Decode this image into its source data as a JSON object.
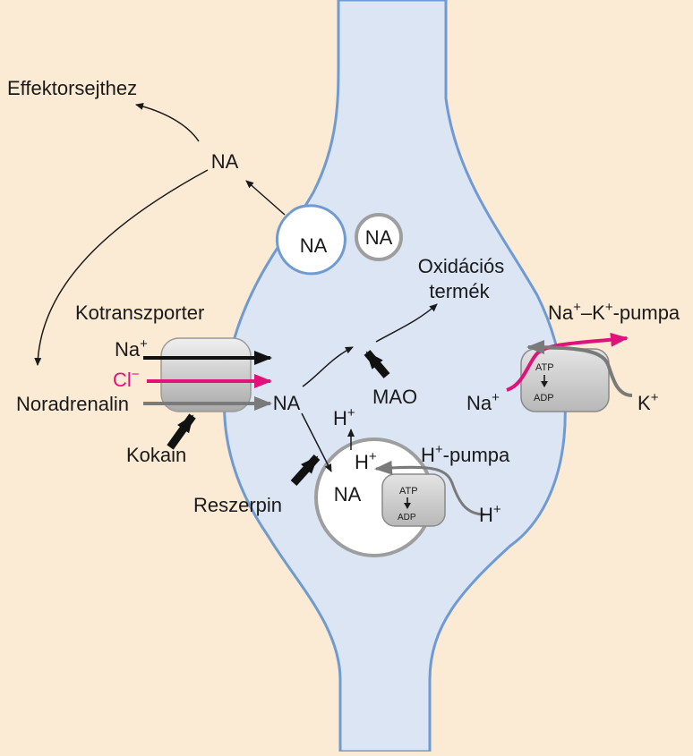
{
  "labels": {
    "effektor": "Effektorsejthez",
    "na": "NA",
    "oxidacios": "Oxidációs",
    "termek": "termék",
    "kotranszporter": "Kotranszporter",
    "na_ion": "Na",
    "cl_ion": "Cl",
    "noradrenalin": "Noradrenalin",
    "kokain": "Kokain",
    "mao": "MAO",
    "reszerpin": "Reszerpin",
    "h_ion": "H",
    "h_pumpa": "-pumpa",
    "na_k_pumpa_na": "Na",
    "na_k_pumpa_k": "–K",
    "na_k_pumpa_suffix": "-pumpa",
    "k_ion": "K",
    "atp": "ATP",
    "adp": "ADP",
    "plus": "+",
    "minus": "−"
  },
  "colors": {
    "background": "#fcebd4",
    "cell_fill": "#dbe5f4",
    "membrane": "#6f9ad2",
    "vesicle_border": "#a0a0a0",
    "magenta": "#e0137a",
    "gray_arrow": "#7a7a7a",
    "pump_fill": "#cfcfcf"
  }
}
